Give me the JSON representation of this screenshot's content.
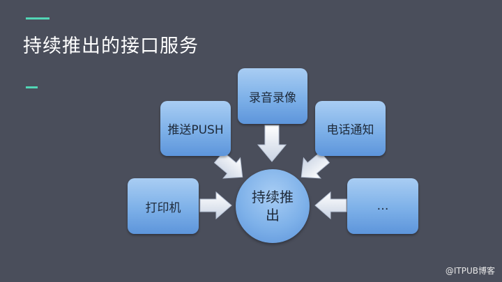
{
  "slide": {
    "title": "持续推出的接口服务"
  },
  "diagram": {
    "center": "持续推出",
    "nodes": {
      "record": "录音录像",
      "push": "推送PUSH",
      "phone": "电话通知",
      "printer": "打印机",
      "more": "…"
    }
  },
  "watermark": "@ITPUB博客",
  "colors": {
    "background": "#4a4e5b",
    "accent": "#52d6b6",
    "node_fill": "#7db0e8",
    "arrow": "#dfe6f2"
  }
}
